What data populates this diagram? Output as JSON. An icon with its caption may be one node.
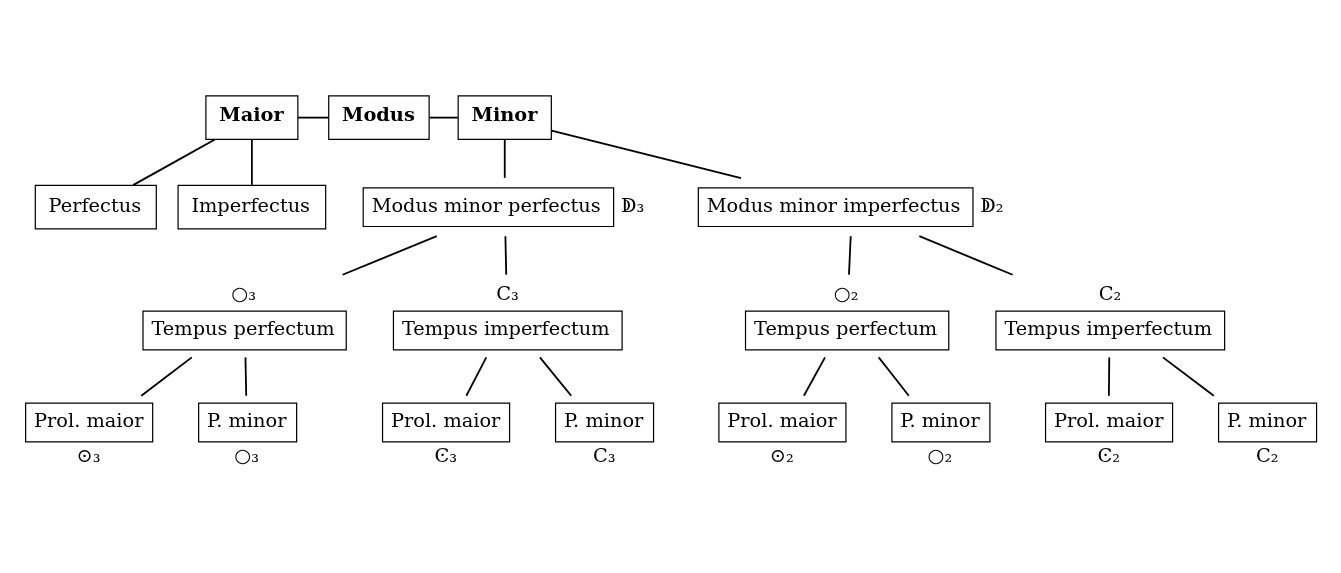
{
  "diagram": {
    "nodes": [
      {
        "text": [
          "Maior"
        ]
      },
      {
        "text": [
          "Modus"
        ]
      },
      {
        "text": [
          "Minor"
        ]
      },
      {
        "text": [
          "Perfectus"
        ]
      },
      {
        "text": [
          "Imperfectus"
        ]
      },
      {
        "text": [
          "Modus minor perfectus"
        ],
        "beside": [
          "ↁ₃"
        ]
      },
      {
        "text": [
          "Modus minor imperfectus"
        ],
        "beside": [
          "ↁ₂"
        ]
      },
      {
        "text": [
          "Tempus perfectum"
        ],
        "beside": [
          "○₃"
        ]
      },
      {
        "text": [
          "Tempus imperfectum"
        ],
        "beside": [
          "C₃"
        ]
      },
      {
        "text": [
          "Tempus perfectum"
        ],
        "beside": [
          "○₂"
        ]
      },
      {
        "text": [
          "Tempus imperfectum"
        ],
        "beside": [
          "C₂"
        ]
      },
      {
        "text": [
          "Prol. maior"
        ],
        "beside": [
          "⊙₃"
        ]
      },
      {
        "text": [
          "P. minor"
        ],
        "beside": [
          "○₃"
        ]
      },
      {
        "text": [
          "Prol. maior"
        ],
        "beside": [
          "Ͼ₃"
        ]
      },
      {
        "text": [
          "P. minor"
        ],
        "beside": [
          "C₃"
        ]
      },
      {
        "text": [
          "Prol. maior"
        ],
        "beside": [
          "⊙₂"
        ]
      },
      {
        "text": [
          "P. minor"
        ],
        "beside": [
          "○₂"
        ]
      },
      {
        "text": [
          "Prol. maior"
        ],
        "beside": [
          "Ͼ₂"
        ]
      },
      {
        "text": [
          "P. minor"
        ],
        "beside": [
          "C₂"
        ]
      }
    ],
    "edges": [
      {
        "from": 0,
        "to": 1,
        "arrow": "none"
      },
      {
        "from": 1,
        "to": 2,
        "arrow": "none"
      },
      {
        "from": 0,
        "to": 3,
        "arrow": "none"
      },
      {
        "from": 0,
        "to": 4,
        "arrow": "none"
      },
      {
        "from": 2,
        "to": 5,
        "arrow": "none"
      },
      {
        "from": 2,
        "to": 6,
        "arrow": "none"
      },
      {
        "from": 5,
        "to": 7,
        "arrow": "none"
      },
      {
        "from": 5,
        "to": 8,
        "arrow": "none"
      },
      {
        "from": 6,
        "to": 9,
        "arrow": "none"
      },
      {
        "from": 6,
        "to": 10,
        "arrow": "none"
      },
      {
        "from": 7,
        "to": 11,
        "arrow": "none"
      },
      {
        "from": 7,
        "to": 12,
        "arrow": "none"
      },
      {
        "from": 8,
        "to": 13,
        "arrow": "none"
      },
      {
        "from": 8,
        "to": 14,
        "arrow": "none"
      },
      {
        "from": 9,
        "to": 15,
        "arrow": "none"
      },
      {
        "from": 9,
        "to": 16,
        "arrow": "none"
      },
      {
        "from": 10,
        "to": 17,
        "arrow": "none"
      },
      {
        "from": 10,
        "to": 18,
        "arrow": "none"
      }
    ]
  }
}
